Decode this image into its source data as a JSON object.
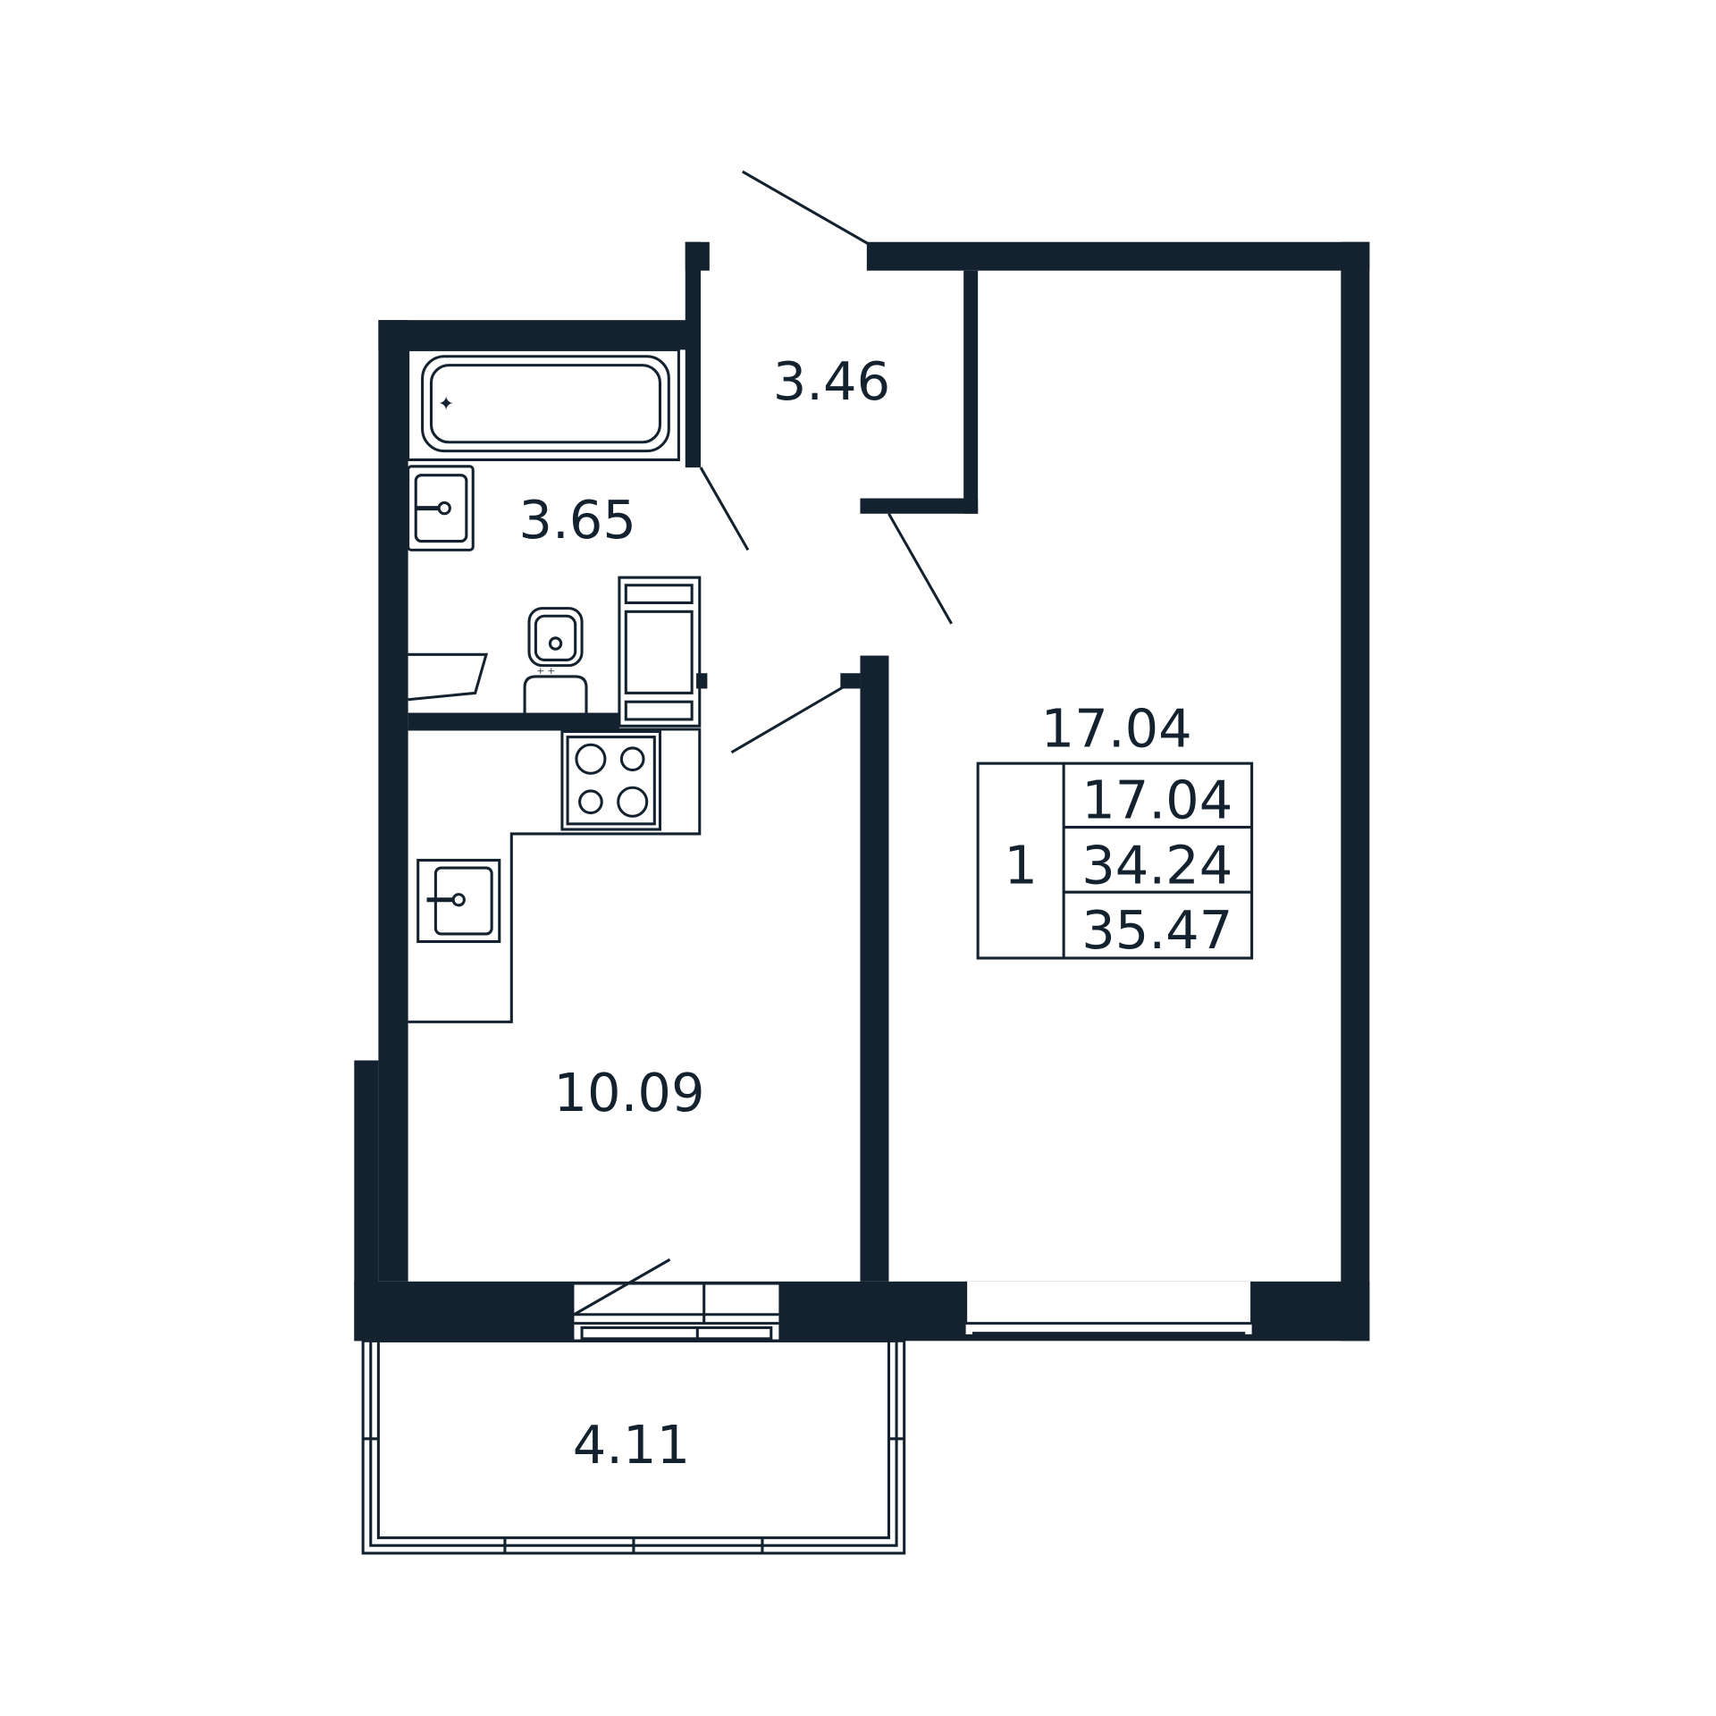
{
  "rooms": {
    "hall": "3.46",
    "bathroom": "3.65",
    "kitchen": "10.09",
    "living_room": "17.04",
    "balcony": "4.11"
  },
  "summary": {
    "room_count": "1",
    "living_area": "17.04",
    "total_area": "34.24",
    "total_with_balcony": "35.47"
  },
  "colors": {
    "wall": "#14222f",
    "background": "#ffffff"
  }
}
